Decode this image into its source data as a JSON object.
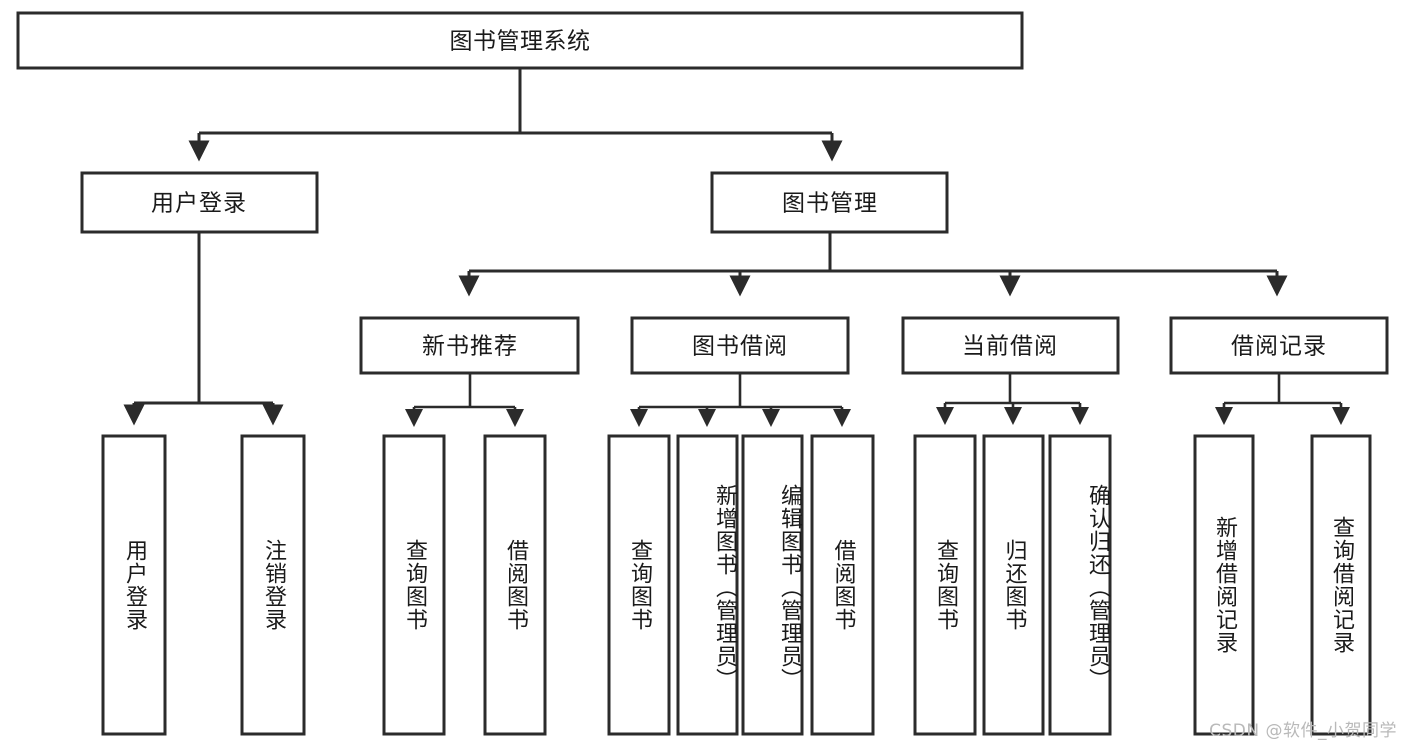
{
  "diagram": {
    "title": "图书管理系统",
    "type": "tree-hierarchy-diagram",
    "watermark": "CSDN @软件_小贺同学",
    "colors": {
      "stroke": "#2b2b2b",
      "fill": "#ffffff",
      "text": "#1a1a1a",
      "watermark": "#b9b9b9"
    },
    "root": {
      "label": "图书管理系统"
    },
    "level2": [
      {
        "label": "用户登录"
      },
      {
        "label": "图书管理"
      }
    ],
    "level3": [
      {
        "label": "新书推荐"
      },
      {
        "label": "图书借阅"
      },
      {
        "label": "当前借阅"
      },
      {
        "label": "借阅记录"
      }
    ],
    "leaves": {
      "user_login": [
        {
          "label": "用户登录"
        },
        {
          "label": "注销登录"
        }
      ],
      "new_book_recommend": [
        {
          "label": "查询图书"
        },
        {
          "label": "借阅图书"
        }
      ],
      "book_borrow": [
        {
          "label": "查询图书"
        },
        {
          "label": "新增图书（管理员）"
        },
        {
          "label": "编辑图书（管理员）"
        },
        {
          "label": "借阅图书"
        }
      ],
      "current_borrow": [
        {
          "label": "查询图书"
        },
        {
          "label": "归还图书"
        },
        {
          "label": "确认归还（管理员）"
        }
      ],
      "borrow_record": [
        {
          "label": "新增借阅记录"
        },
        {
          "label": "查询借阅记录"
        }
      ]
    }
  }
}
